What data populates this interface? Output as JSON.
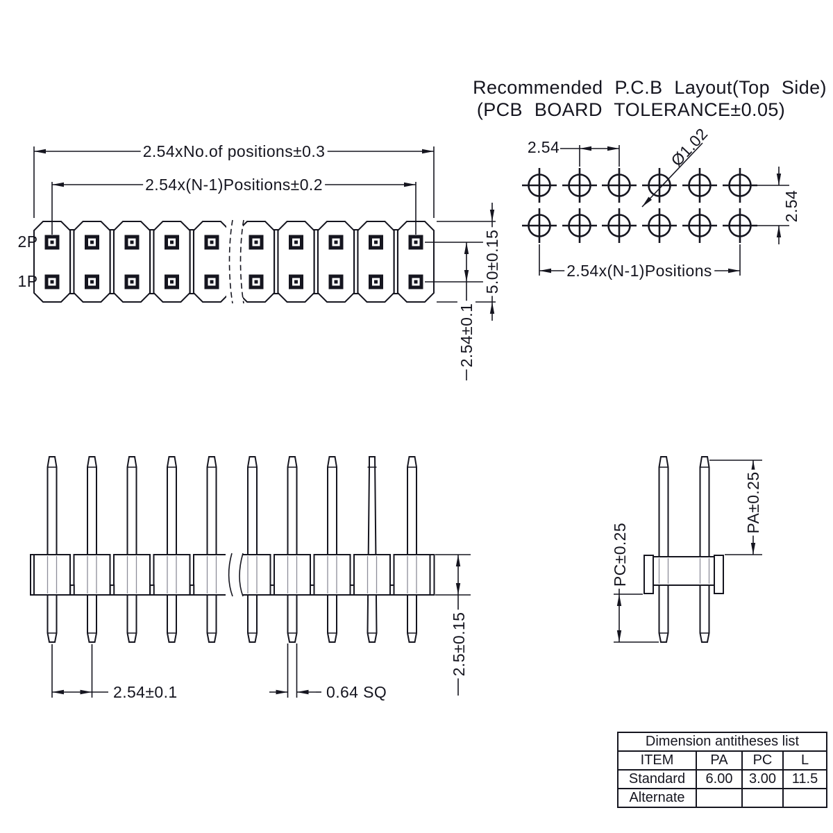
{
  "pcb_title": {
    "line1": "Recommended P.C.B Layout(Top Side)",
    "line2": "(PCB BOARD TOLERANCE±0.05)"
  },
  "top_view": {
    "row_top": "2P",
    "row_bottom": "1P",
    "dim_overall": "2.54xNo.of positions±0.3",
    "dim_positions": "2.54x(N-1)Positions±0.2",
    "dim_body_height": "5.0±0.15",
    "dim_row_pitch": "2.54±0.1"
  },
  "pcb_layout": {
    "dim_hole_pitch": "2.54",
    "dim_hole_dia": "Ø1.02",
    "dim_row_pitch": "2.54",
    "dim_span": "2.54x(N-1)Positions"
  },
  "side_view": {
    "dim_insulator_height": "2.5±0.15",
    "dim_pin_pitch": "2.54±0.1",
    "dim_pin_size": "0.64 SQ"
  },
  "end_view": {
    "dim_pa": "PA±0.25",
    "dim_pc": "PC±0.25"
  },
  "table": {
    "title": "Dimension antitheses list",
    "headers": [
      "ITEM",
      "PA",
      "PC",
      "L"
    ],
    "rows": [
      [
        "Standard",
        "6.00",
        "3.00",
        "11.5"
      ],
      [
        "Alternate",
        "",
        "",
        ""
      ]
    ]
  }
}
